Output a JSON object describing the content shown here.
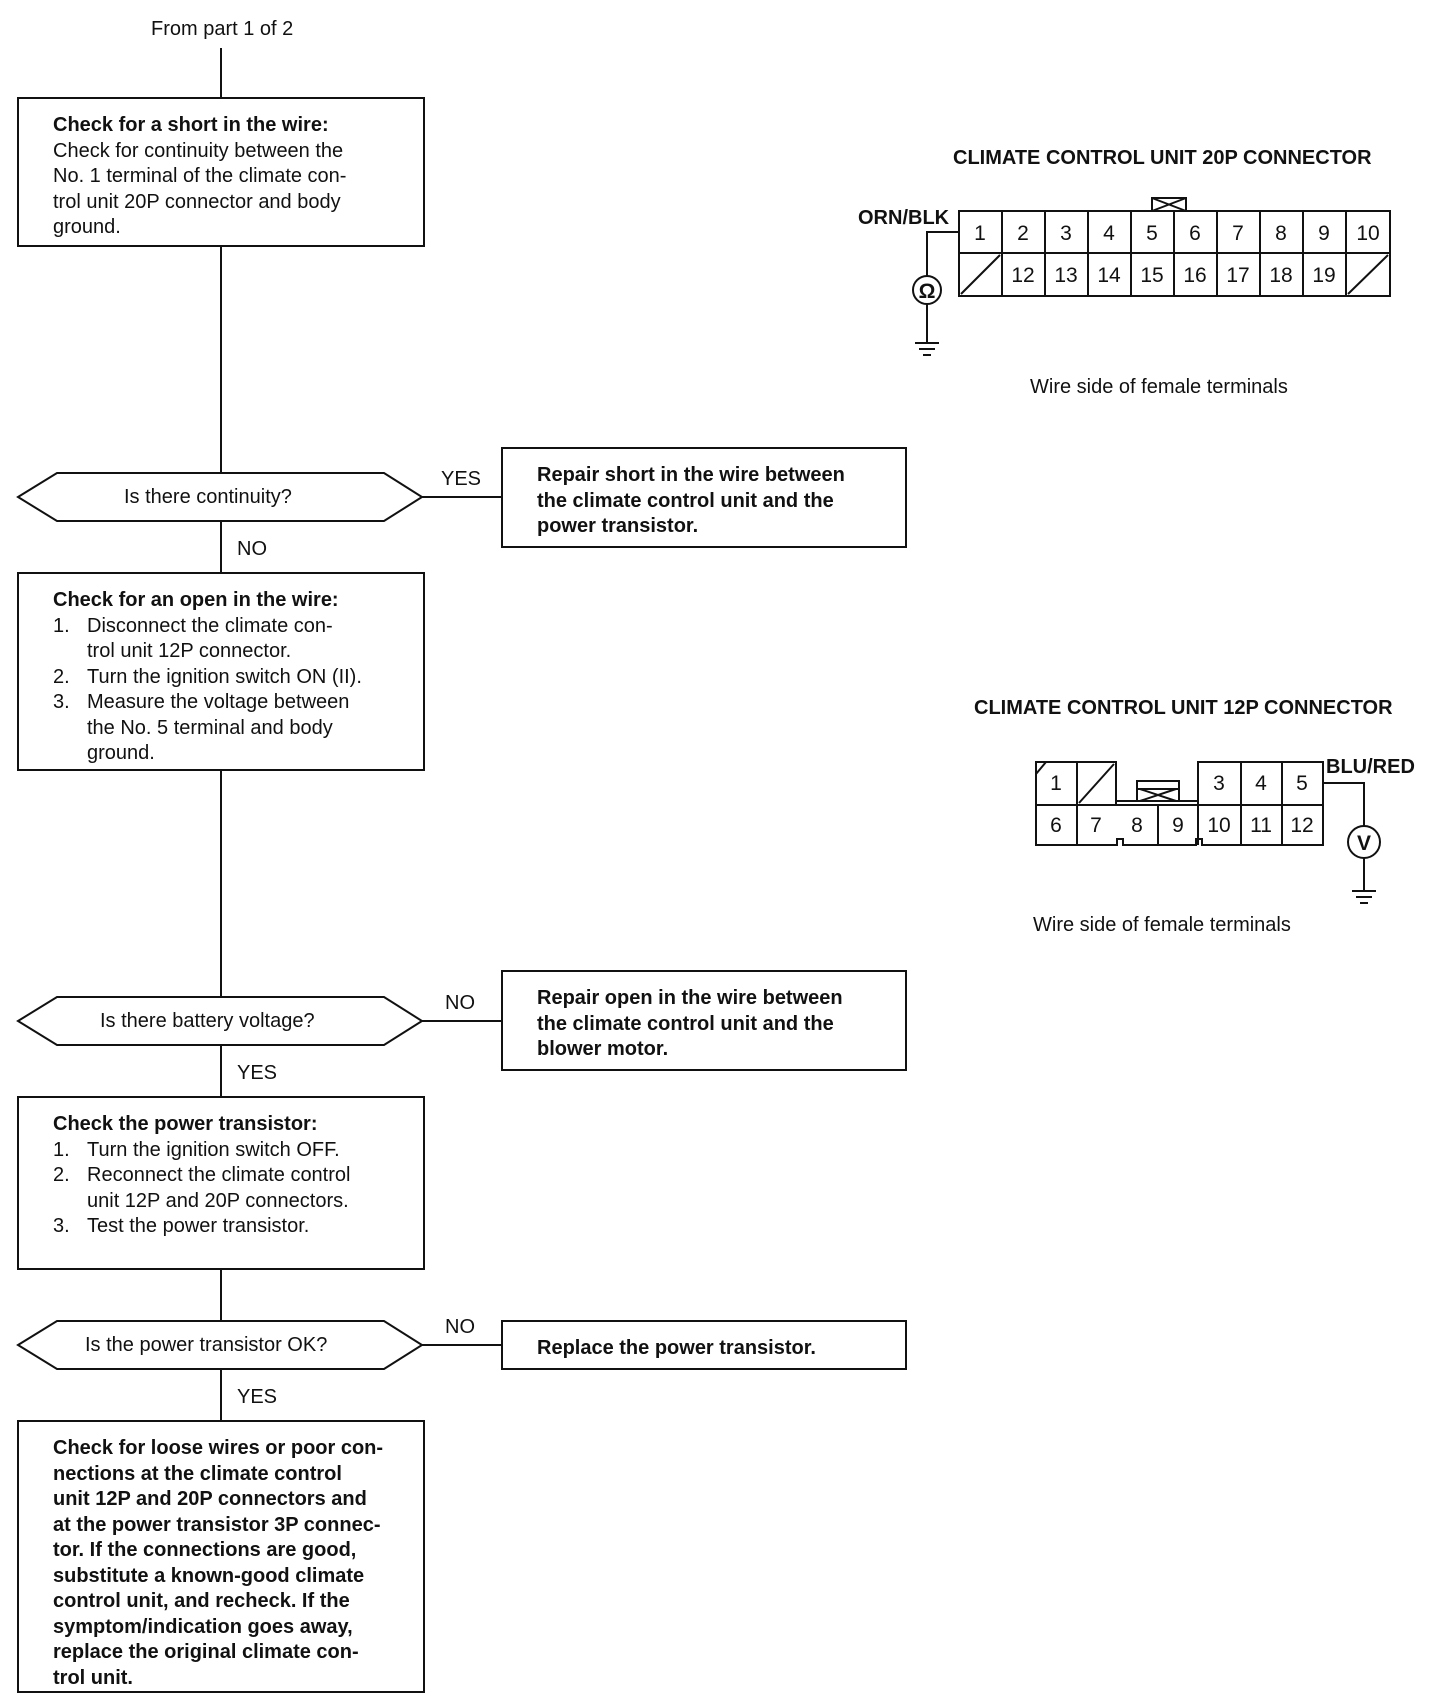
{
  "top_label": "From part 1 of 2",
  "step1": {
    "head": "Check for a short in the wire:",
    "lines": [
      "Check for continuity between the",
      "No. 1 terminal of the climate con-",
      "trol unit 20P connector and body",
      "ground."
    ]
  },
  "decision1": {
    "question": "Is there continuity?",
    "yes_label": "YES",
    "no_label": "NO"
  },
  "result1": {
    "lines": [
      "Repair short in the wire between",
      "the climate control unit and the",
      "power transistor."
    ]
  },
  "step2": {
    "head": "Check for an open in the wire:",
    "items": [
      {
        "num": "1.",
        "lines": [
          "Disconnect the climate con-",
          "trol unit 12P connector."
        ]
      },
      {
        "num": "2.",
        "lines": [
          "Turn the ignition switch ON (II)."
        ]
      },
      {
        "num": "3.",
        "lines": [
          "Measure the voltage between",
          "the No. 5 terminal and body",
          "ground."
        ]
      }
    ]
  },
  "decision2": {
    "question": "Is there battery voltage?",
    "no_label": "NO",
    "yes_label": "YES"
  },
  "result2": {
    "lines": [
      "Repair open in the wire between",
      "the climate control unit and the",
      "blower motor."
    ]
  },
  "step3": {
    "head": "Check the power transistor:",
    "items": [
      {
        "num": "1.",
        "lines": [
          "Turn the ignition switch OFF."
        ]
      },
      {
        "num": "2.",
        "lines": [
          "Reconnect the climate control",
          "unit 12P and 20P connectors."
        ]
      },
      {
        "num": "3.",
        "lines": [
          "Test the power transistor."
        ]
      }
    ]
  },
  "decision3": {
    "question": "Is the power transistor OK?",
    "no_label": "NO",
    "yes_label": "YES"
  },
  "result3": {
    "lines": [
      "Replace the power transistor."
    ]
  },
  "final": {
    "lines": [
      "Check for loose wires or poor con-",
      "nections at the climate control",
      "unit 12P and 20P connectors and",
      "at the power transistor 3P connec-",
      "tor. If the connections are good,",
      "substitute a known-good climate",
      "control unit, and recheck. If the",
      "symptom/indication goes away,",
      "replace the original climate con-",
      "trol unit."
    ]
  },
  "connector20p": {
    "title": "CLIMATE CONTROL UNIT 20P CONNECTOR",
    "wire_label": "ORN/BLK",
    "meter_symbol": "Ω",
    "top_row": [
      "1",
      "2",
      "3",
      "4",
      "5",
      "6",
      "7",
      "8",
      "9",
      "10"
    ],
    "bottom_row": [
      "",
      "12",
      "13",
      "14",
      "15",
      "16",
      "17",
      "18",
      "19",
      ""
    ],
    "caption": "Wire side of female terminals"
  },
  "connector12p": {
    "title": "CLIMATE CONTROL UNIT 12P CONNECTOR",
    "wire_label": "BLU/RED",
    "meter_symbol": "V",
    "top_left": [
      "1",
      ""
    ],
    "top_right": [
      "3",
      "4",
      "5"
    ],
    "bottom_row": [
      "6",
      "7",
      "8",
      "9",
      "10",
      "11",
      "12"
    ],
    "caption": "Wire side of female terminals"
  }
}
